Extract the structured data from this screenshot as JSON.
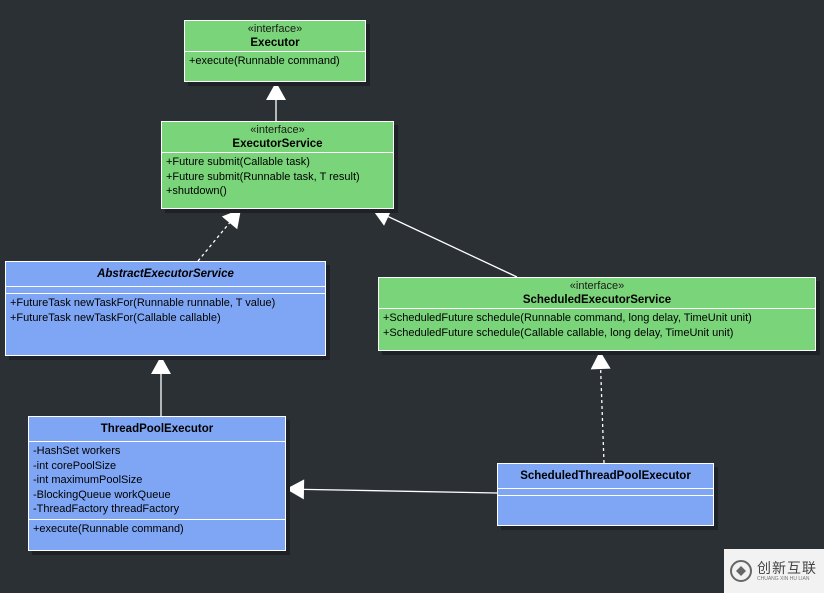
{
  "diagram": {
    "classes": [
      {
        "id": "executor",
        "stereotype": "«interface»",
        "name": "Executor",
        "italic": false,
        "attributes": [],
        "methods": [
          "+execute(Runnable command)"
        ]
      },
      {
        "id": "executor_service",
        "stereotype": "«interface»",
        "name": "ExecutorService",
        "italic": false,
        "attributes": [],
        "methods": [
          "+Future submit(Callable task)",
          "+Future submit(Runnable task, T result)",
          "+shutdown()"
        ]
      },
      {
        "id": "abstract_executor_service",
        "stereotype": "",
        "name": "AbstractExecutorService",
        "italic": true,
        "attributes": [],
        "methods": [
          "+FutureTask  newTaskFor(Runnable runnable, T value)",
          "+FutureTask  newTaskFor(Callable  callable)"
        ]
      },
      {
        "id": "scheduled_executor_service",
        "stereotype": "«interface»",
        "name": "ScheduledExecutorService",
        "italic": false,
        "attributes": [],
        "methods": [
          "+ScheduledFuture schedule(Runnable command, long delay, TimeUnit unit)",
          "+ScheduledFuture schedule(Callable callable, long delay, TimeUnit unit)"
        ]
      },
      {
        "id": "thread_pool_executor",
        "stereotype": "",
        "name": "ThreadPoolExecutor",
        "italic": false,
        "attributes": [
          "-HashSet  workers",
          "-int  corePoolSize",
          "-int maximumPoolSize",
          "-BlockingQueue workQueue",
          "-ThreadFactory threadFactory"
        ],
        "methods": [
          "+execute(Runnable command)"
        ]
      },
      {
        "id": "scheduled_thread_pool_executor",
        "stereotype": "",
        "name": "ScheduledThreadPoolExecutor",
        "italic": false,
        "attributes": [],
        "methods": []
      }
    ],
    "relations": [
      {
        "from": "executor_service",
        "to": "executor",
        "kind": "generalization",
        "style": "solid"
      },
      {
        "from": "abstract_executor_service",
        "to": "executor_service",
        "kind": "realization",
        "style": "dashed"
      },
      {
        "from": "scheduled_executor_service",
        "to": "executor_service",
        "kind": "generalization",
        "style": "solid"
      },
      {
        "from": "thread_pool_executor",
        "to": "abstract_executor_service",
        "kind": "generalization",
        "style": "solid"
      },
      {
        "from": "scheduled_thread_pool_executor",
        "to": "scheduled_executor_service",
        "kind": "realization",
        "style": "dashed"
      },
      {
        "from": "scheduled_thread_pool_executor",
        "to": "thread_pool_executor",
        "kind": "generalization",
        "style": "solid"
      }
    ],
    "colors": {
      "interface": "#7ad57a",
      "class": "#7fa6f5",
      "background": "#2b3035",
      "lines": "#ffffff"
    }
  },
  "watermark": {
    "main": "创新互联",
    "sub": "CHUANG XIN HU LIAN"
  }
}
